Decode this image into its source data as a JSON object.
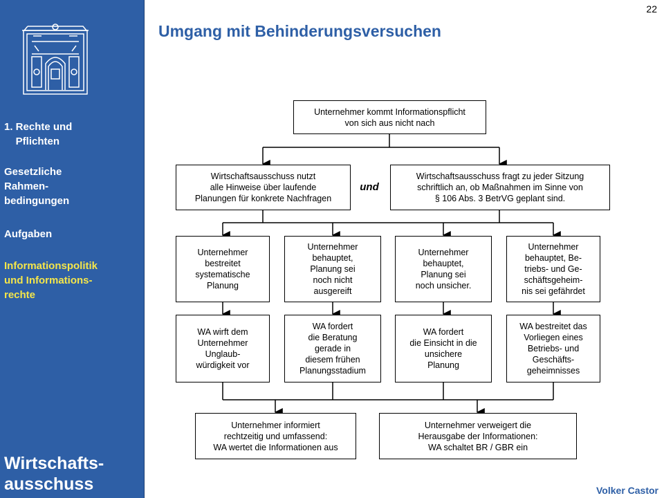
{
  "sidebar": {
    "nav": [
      {
        "label": "1. Rechte und\n    Pflichten",
        "active": false
      },
      {
        "label": "Gesetzliche\nRahmen-\nbedingungen",
        "active": false
      },
      {
        "label": "Aufgaben",
        "active": false
      },
      {
        "label": "Informationspolitik\nund Informations-\nrechte",
        "active": true
      }
    ],
    "title": "Wirtschafts-\nausschuss"
  },
  "page_number": "22",
  "title": "Umgang mit Behinderungsversuchen",
  "author": "Volker Castor",
  "diagram": {
    "top": "Unternehmer kommt Informationspflicht\nvon sich aus nicht nach",
    "left": "Wirtschaftsausschuss nutzt\nalle Hinweise über laufende\nPlanungen für konkrete Nachfragen",
    "connector": "und",
    "right": "Wirtschaftsausschuss fragt zu jeder Sitzung\nschriftlich an, ob Maßnahmen im Sinne von\n§ 106 Abs. 3 BetrVG geplant sind.",
    "claims": [
      "Unternehmer\nbestreitet\nsystematische\nPlanung",
      "Unternehmer\nbehauptet,\nPlanung sei\nnoch nicht\nausgereift",
      "Unternehmer\nbehauptet,\nPlanung sei\nnoch unsicher.",
      "Unternehmer\nbehauptet, Be-\ntriebs- und Ge-\nschäftsgeheim-\nnis sei gefährdet"
    ],
    "responses": [
      "WA wirft dem\nUnternehmer\nUnglaub-\nwürdigkeit vor",
      "WA fordert\ndie Beratung\ngerade in\ndiesem frühen\nPlanungsstadium",
      "WA fordert\ndie Einsicht in die\nunsichere\nPlanung",
      "WA bestreitet das\nVorliegen eines\nBetriebs- und\nGeschäfts-\ngeheimnisses"
    ],
    "outcome_left": "Unternehmer informiert\nrechtzeitig und umfassend:\nWA wertet die Informationen aus",
    "outcome_right": "Unternehmer verweigert die\nHerausgabe der Informationen:\nWA schaltet BR / GBR ein"
  }
}
